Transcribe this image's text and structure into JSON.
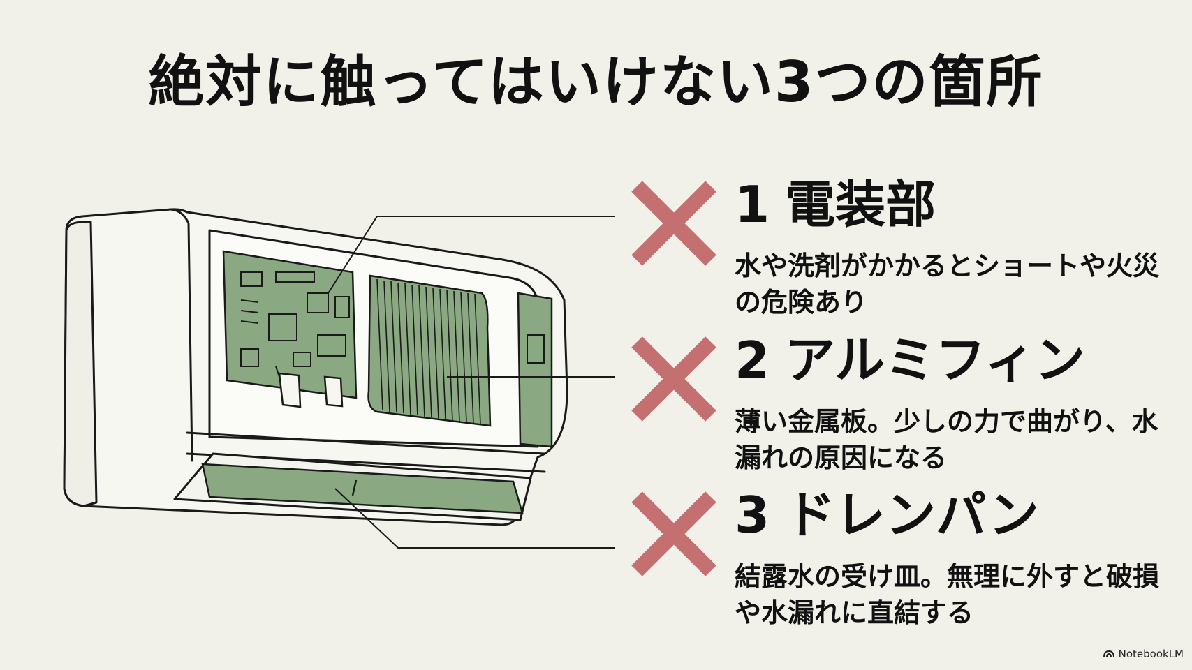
{
  "title": "絶対に触ってはいけない3つの箇所",
  "colors": {
    "background": "#f1f1e9",
    "x_mark": "#c47070",
    "highlight_green": "#8aa882",
    "line": "#1a1a1a"
  },
  "items": [
    {
      "number": "1",
      "name": "電装部",
      "description": "水や洗剤がかかるとショートや火災の危険あり"
    },
    {
      "number": "2",
      "name": "アルミフィン",
      "description": "薄い金属板。少しの力で曲がり、水漏れの原因になる"
    },
    {
      "number": "3",
      "name": "ドレンパン",
      "description": "結露水の受け皿。無理に外すと破損や水漏れに直結する"
    }
  ],
  "badge": {
    "label": "NotebookLM",
    "icon": "notebooklm-logo-icon"
  }
}
